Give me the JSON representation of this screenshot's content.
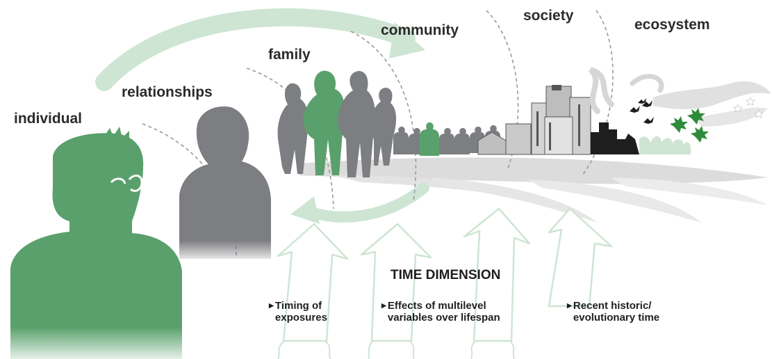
{
  "levels": [
    {
      "id": "individual",
      "label": "individual"
    },
    {
      "id": "relationships",
      "label": "relationships"
    },
    {
      "id": "family",
      "label": "family"
    },
    {
      "id": "community",
      "label": "community"
    },
    {
      "id": "society",
      "label": "society"
    },
    {
      "id": "ecosystem",
      "label": "ecosystem"
    }
  ],
  "time_dimension": {
    "title": "TIME DIMENSION",
    "items": [
      {
        "line1": "Timing of",
        "line2": "exposures"
      },
      {
        "line1": "Effects of multilevel",
        "line2": "variables over lifespan"
      },
      {
        "line1": "Recent historic/",
        "line2": "evolutionary time"
      }
    ]
  },
  "colors": {
    "green": "#5aa06c",
    "light_green": "#cfe5d3",
    "gray_figure": "#7d7e81",
    "light_gray": "#d8d8d8",
    "dashed_line": "#9a9a9a",
    "text": "#2b2b2b"
  }
}
